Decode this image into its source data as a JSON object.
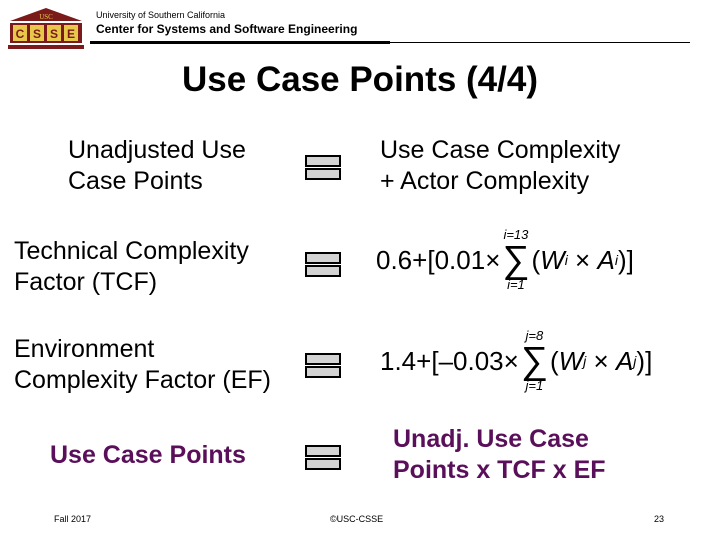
{
  "header": {
    "logo": {
      "top_text": "USC",
      "letters": [
        "C",
        "S",
        "S",
        "E"
      ],
      "colors": {
        "maroon": "#7a1a1a",
        "gold": "#e8c84a"
      }
    },
    "university": "University of Southern California",
    "center": "Center for Systems and Software Engineering"
  },
  "slide": {
    "title": "Use Case Points (4/4)",
    "rows": [
      {
        "left": [
          "Unadjusted Use",
          "Case Points"
        ],
        "right": [
          "Use Case Complexity",
          "+ Actor Complexity"
        ]
      },
      {
        "left": [
          "Technical Complexity",
          "Factor (TCF)"
        ],
        "formula": {
          "const": "0.6",
          "plus": "+",
          "open": "[",
          "coef": "0.01",
          "times": "×",
          "upper": "i=13",
          "lower": "i=1",
          "sigma": "∑",
          "w": "W",
          "a": "A",
          "idx": "i",
          "close": ")]"
        }
      },
      {
        "left": [
          "Environment",
          "Complexity Factor (EF)"
        ],
        "formula": {
          "const": "1.4",
          "plus": "+",
          "open": "[",
          "coef": "–0.03",
          "times": "×",
          "upper": "j=8",
          "lower": "j=1",
          "sigma": "∑",
          "w": "W",
          "a": "A",
          "idx": "j",
          "close": ")]"
        }
      },
      {
        "left": [
          "Use Case Points"
        ],
        "right": [
          "Unadj. Use Case",
          "Points x TCF x EF"
        ],
        "color": "#5a0f5a"
      }
    ]
  },
  "footer": {
    "term": "Fall 2017",
    "copyright": "©USC-CSSE",
    "page": "23"
  }
}
